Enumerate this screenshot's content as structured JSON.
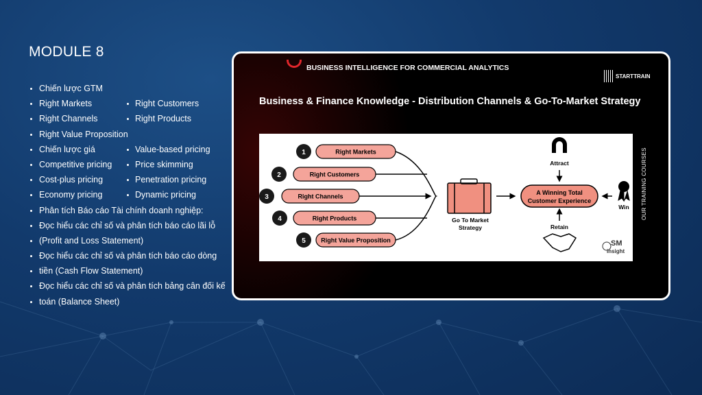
{
  "module_title": "MODULE 8",
  "list": [
    [
      "Chiến lược GTM",
      null
    ],
    [
      "Right Markets",
      "Right Customers"
    ],
    [
      "Right Channels",
      "Right Products"
    ],
    [
      "Right Value Proposition",
      null
    ],
    [
      "Chiến lược giá",
      "Value-based pricing"
    ],
    [
      "Competitive pricing",
      "Price skimming"
    ],
    [
      "Cost-plus pricing",
      "Penetration pricing"
    ],
    [
      "Economy pricing",
      "Dynamic pricing"
    ],
    [
      "Phân tích Báo cáo Tài chính doanh nghiệp:",
      null
    ],
    [
      "Đọc hiểu các chỉ số và phân tích báo cáo lãi lỗ",
      null
    ],
    [
      "(Profit and Loss Statement)",
      null
    ],
    [
      "Đọc hiểu các chỉ số và phân tích báo cáo dòng",
      null
    ],
    [
      "tiền (Cash Flow Statement)",
      null
    ],
    [
      "Đọc hiểu các chỉ số và phân tích bảng cân đối kế",
      null
    ],
    [
      "toán (Balance Sheet)",
      null
    ]
  ],
  "card": {
    "header": "BUSINESS INTELLIGENCE FOR COMMERCIAL ANALYTICS",
    "brand": "STARTTRAIN",
    "subtitle": "Business & Finance Knowledge - Distribution Channels & Go-To-Market Strategy",
    "side_label": "OUR TRAINING COURSES",
    "diagram": {
      "steps": [
        {
          "n": "1",
          "label": "Right Markets"
        },
        {
          "n": "2",
          "label": "Right Customers"
        },
        {
          "n": "3",
          "label": "Right Channels"
        },
        {
          "n": "4",
          "label": "Right Products"
        },
        {
          "n": "5",
          "label": "Right Value Proposition"
        }
      ],
      "strategy_line1": "Go To Market",
      "strategy_line2": "Strategy",
      "goal_line1": "A Winning Total",
      "goal_line2": "Customer Experience",
      "attract": "Attract",
      "retain": "Retain",
      "win": "Win",
      "logo_sm": "SM",
      "logo_insight": "insight"
    }
  },
  "colors": {
    "pill": "#f4a49a",
    "bg": "#123a6c",
    "accent": "#e0262b"
  }
}
